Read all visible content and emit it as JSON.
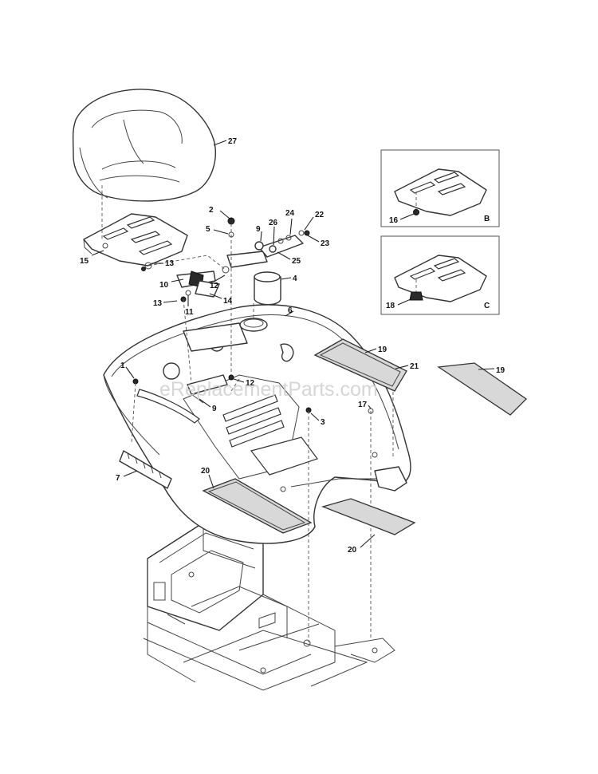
{
  "watermark": "eReplacementParts.com",
  "inset_labels": {
    "b": "B",
    "c": "C"
  },
  "callouts": [
    {
      "id": "c27",
      "text": "27"
    },
    {
      "id": "c2",
      "text": "2"
    },
    {
      "id": "c5",
      "text": "5"
    },
    {
      "id": "c9a",
      "text": "9"
    },
    {
      "id": "c26",
      "text": "26"
    },
    {
      "id": "c24",
      "text": "24"
    },
    {
      "id": "c22",
      "text": "22"
    },
    {
      "id": "c23",
      "text": "23"
    },
    {
      "id": "c25",
      "text": "25"
    },
    {
      "id": "c15",
      "text": "15"
    },
    {
      "id": "c13a",
      "text": "13"
    },
    {
      "id": "c10",
      "text": "10"
    },
    {
      "id": "c12a",
      "text": "12"
    },
    {
      "id": "c14",
      "text": "14"
    },
    {
      "id": "c13b",
      "text": "13"
    },
    {
      "id": "c11",
      "text": "11"
    },
    {
      "id": "c4",
      "text": "4"
    },
    {
      "id": "c6",
      "text": "6"
    },
    {
      "id": "c1",
      "text": "1"
    },
    {
      "id": "c12b",
      "text": "12"
    },
    {
      "id": "c9b",
      "text": "9"
    },
    {
      "id": "c3",
      "text": "3"
    },
    {
      "id": "c17",
      "text": "17"
    },
    {
      "id": "c19a",
      "text": "19"
    },
    {
      "id": "c21",
      "text": "21"
    },
    {
      "id": "c19b",
      "text": "19"
    },
    {
      "id": "c7",
      "text": "7"
    },
    {
      "id": "c20a",
      "text": "20"
    },
    {
      "id": "c20b",
      "text": "20"
    },
    {
      "id": "c16",
      "text": "16"
    },
    {
      "id": "c18",
      "text": "18"
    }
  ]
}
